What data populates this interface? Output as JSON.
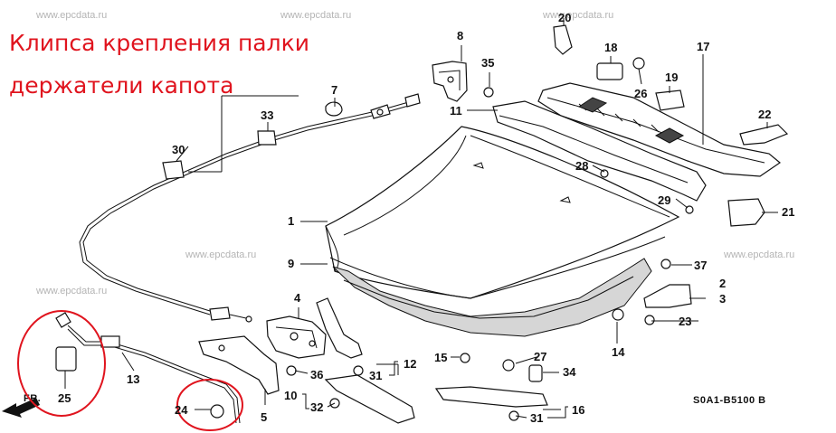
{
  "annotation": {
    "line1": "Клипса крепления палки",
    "line2": "держатели капота",
    "color": "#e0141e"
  },
  "watermark": "www.epcdata.ru",
  "diagram_code": "S0A1-B5100 B",
  "callouts": [
    "1",
    "2",
    "3",
    "4",
    "5",
    "7",
    "8",
    "9",
    "10",
    "11",
    "12",
    "13",
    "14",
    "15",
    "16",
    "17",
    "18",
    "19",
    "20",
    "21",
    "22",
    "23",
    "24",
    "25",
    "26",
    "27",
    "28",
    "29",
    "30",
    "31",
    "32",
    "33",
    "34",
    "35",
    "36",
    "37"
  ],
  "fr_label": "FR."
}
